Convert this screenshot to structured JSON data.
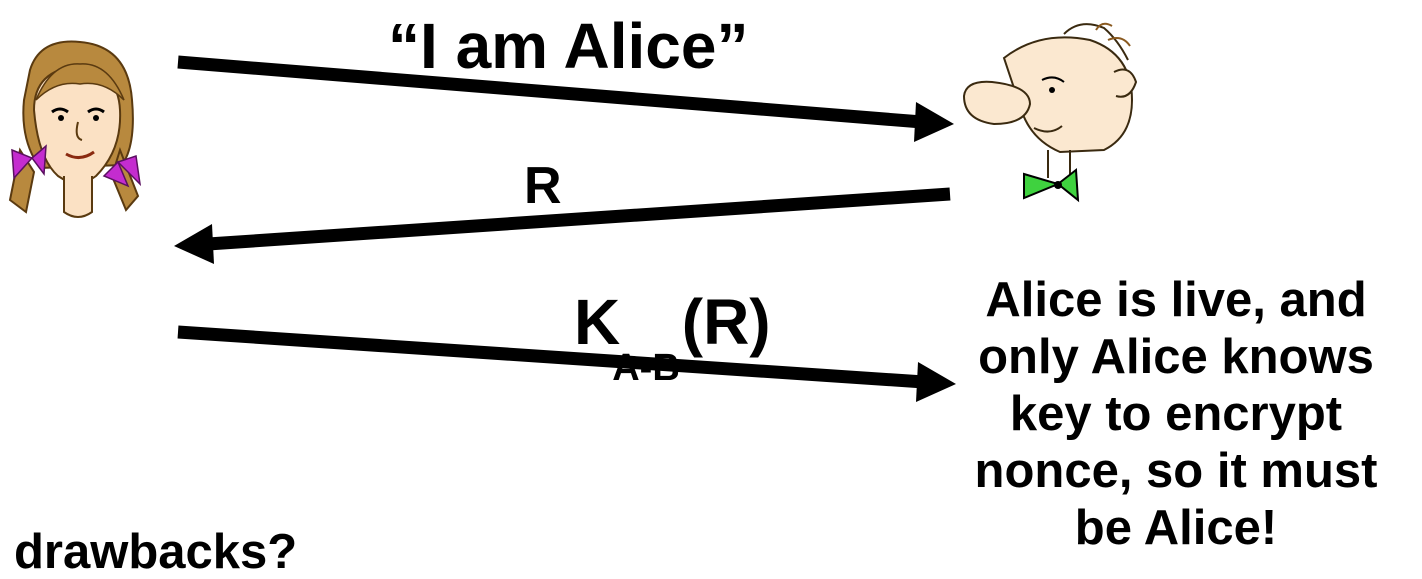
{
  "messages": {
    "m1": "“I am Alice”",
    "m2": "R",
    "m3_key": "K",
    "m3_sub": "A-B",
    "m3_arg": "(R)"
  },
  "conclusion": {
    "lines": [
      "Alice is live, and",
      "only Alice knows",
      "key to encrypt",
      "nonce, so it must",
      "be Alice!"
    ]
  },
  "question": "drawbacks?",
  "colors": {
    "arrow": "#000000",
    "alice_hair": "#b8893e",
    "alice_bow": "#c42ccf",
    "bob_bowtie": "#3fd23f"
  },
  "icons": {
    "alice": "alice-cartoon-icon",
    "bob": "bob-cartoon-icon"
  }
}
